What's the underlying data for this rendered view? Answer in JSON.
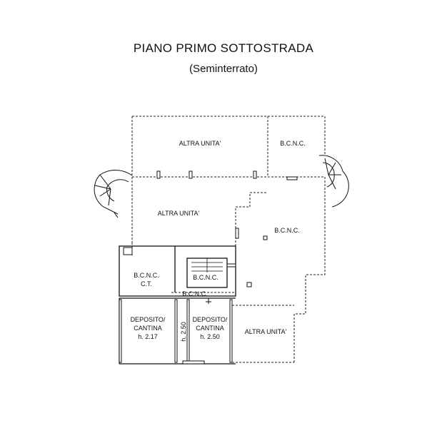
{
  "header": {
    "title": "PIANO PRIMO SOTTOSTRADA",
    "subtitle": "(Seminterrato)"
  },
  "rooms": {
    "altra_unita_top": "ALTRA UNITA'",
    "bcnc_top_right": "B.C.N.C.",
    "altra_unita_middle": "ALTRA UNITA'",
    "bcnc_center": "B.C.N.C.",
    "bcnc_ct": "B.C.N.C.",
    "ct": "C.T.",
    "bcnc_small": "B.C.N.C.",
    "bcnc_corridor": "B.C.N.C.",
    "deposito_1_l1": "DEPOSITO/",
    "deposito_1_l2": "CANTINA",
    "deposito_1_h": "h. 2.17",
    "deposito_2_l1": "DEPOSITO/",
    "deposito_2_l2": "CANTINA",
    "deposito_2_h": "h. 2.50",
    "corridor_h": "h. 2.50",
    "altra_unita_bottom": "ALTRA UNITA'"
  }
}
